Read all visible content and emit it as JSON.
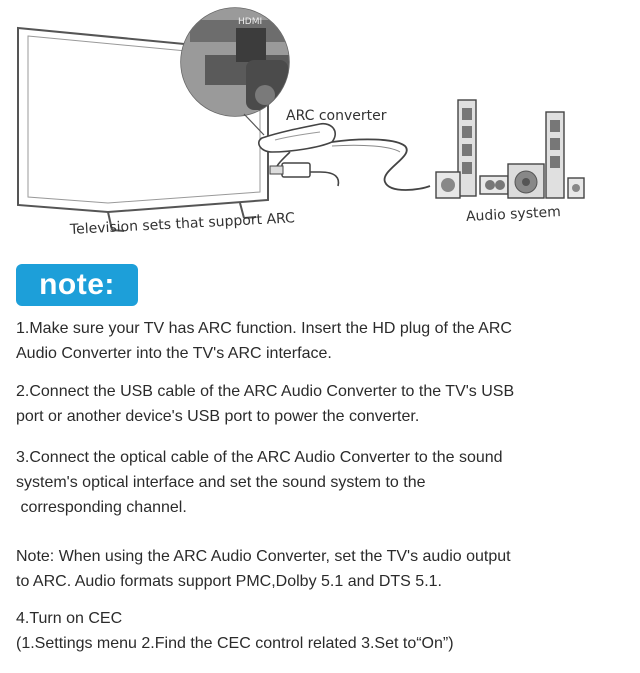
{
  "diagram": {
    "arc_label": "ARC converter",
    "audio_label": "Audio system",
    "tv_label": "Television sets that support ARC",
    "hdmi_text": "HDMI"
  },
  "note_badge": "note:",
  "instructions": [
    [
      "1.Make sure your TV has ARC function. Insert the HD plug of the ARC",
      "Audio Converter into the TV's ARC interface."
    ],
    [
      "2.Connect the USB cable of the ARC Audio Converter to the TV's USB",
      "port or another device's USB port to power the converter."
    ],
    [
      "3.Connect the optical cable of the ARC Audio Converter to the sound",
      "system's optical interface and set the sound system to the",
      " corresponding channel."
    ],
    [
      "Note: When using the ARC Audio Converter, set the TV's audio output",
      "to ARC. Audio formats support PMC,Dolby 5.1 and DTS 5.1."
    ],
    [
      "4.Turn on CEC",
      "(1.Settings menu 2.Find the CEC control related 3.Set to“On”)"
    ]
  ]
}
